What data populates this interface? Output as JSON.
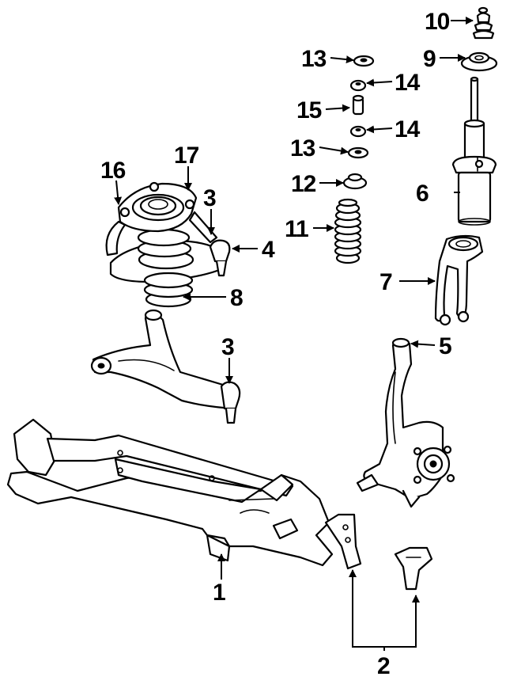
{
  "diagram": {
    "line_color": "#000000",
    "background": "#ffffff",
    "callouts": [
      {
        "id": "c10",
        "label": "10"
      },
      {
        "id": "c9",
        "label": "9"
      },
      {
        "id": "c13a",
        "label": "13"
      },
      {
        "id": "c14a",
        "label": "14"
      },
      {
        "id": "c15",
        "label": "15"
      },
      {
        "id": "c14b",
        "label": "14"
      },
      {
        "id": "c13b",
        "label": "13"
      },
      {
        "id": "c12",
        "label": "12"
      },
      {
        "id": "c16",
        "label": "16"
      },
      {
        "id": "c17",
        "label": "17"
      },
      {
        "id": "c3a",
        "label": "3"
      },
      {
        "id": "c6",
        "label": "6"
      },
      {
        "id": "c11",
        "label": "11"
      },
      {
        "id": "c4",
        "label": "4"
      },
      {
        "id": "c7",
        "label": "7"
      },
      {
        "id": "c8",
        "label": "8"
      },
      {
        "id": "c3b",
        "label": "3"
      },
      {
        "id": "c5",
        "label": "5"
      },
      {
        "id": "c1",
        "label": "1"
      },
      {
        "id": "c2",
        "label": "2"
      }
    ]
  }
}
